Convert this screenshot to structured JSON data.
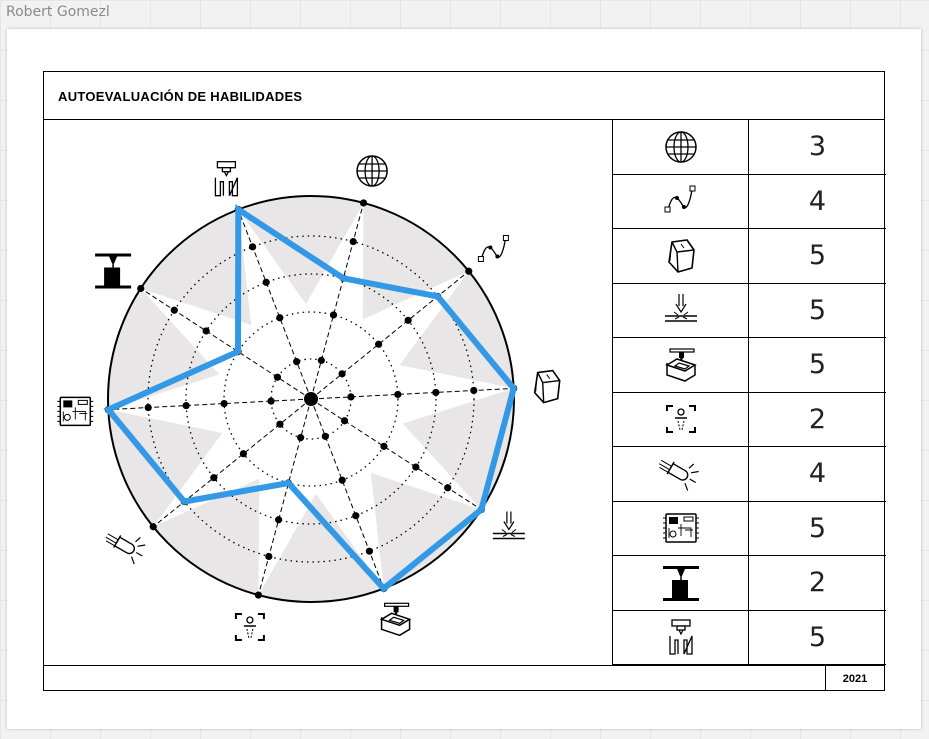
{
  "author": "Robert Gomezl",
  "title": "AUTOEVALUACIÓN DE HABILIDADES",
  "year": "2021",
  "colors": {
    "series": "#3399e6",
    "ring_fill": "#e8e6e6",
    "ink": "#000000"
  },
  "chart_data": {
    "type": "radar",
    "max": 5,
    "levels": 5,
    "categories": [
      "globe-icon",
      "vector-curve-icon",
      "3d-solid-icon",
      "laser-cut-icon",
      "3d-print-icon",
      "vision-scan-icon",
      "led-icon",
      "circuit-board-icon",
      "press-machine-icon",
      "spindle-tool-icon"
    ],
    "values": [
      3,
      4,
      5,
      5,
      5,
      2,
      4,
      5,
      2,
      5
    ]
  },
  "table": {
    "rows": [
      {
        "icon": "globe-icon",
        "value": "3"
      },
      {
        "icon": "vector-curve-icon",
        "value": "4"
      },
      {
        "icon": "3d-solid-icon",
        "value": "5"
      },
      {
        "icon": "laser-cut-icon",
        "value": "5"
      },
      {
        "icon": "3d-print-icon",
        "value": "5"
      },
      {
        "icon": "vision-scan-icon",
        "value": "2"
      },
      {
        "icon": "led-icon",
        "value": "4"
      },
      {
        "icon": "circuit-board-icon",
        "value": "5"
      },
      {
        "icon": "press-machine-icon",
        "value": "2"
      },
      {
        "icon": "spindle-tool-icon",
        "value": "5"
      }
    ]
  }
}
